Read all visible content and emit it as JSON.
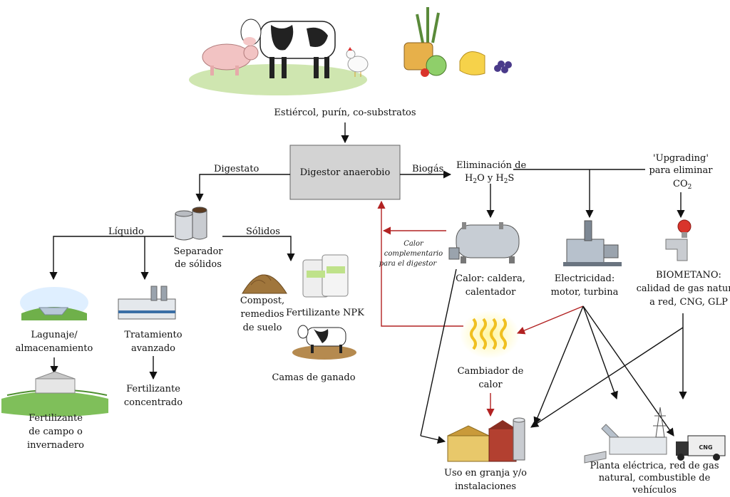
{
  "colors": {
    "arrow": "#111111",
    "arrow_red": "#b22222",
    "digester_box": "#d3d3d3"
  },
  "labels": {
    "input": "Estiércol, purín, co-substratos",
    "digester": "Digestor anaerobio",
    "digestato": "Digestato",
    "biogas": "Biogás",
    "elim_line1": "Eliminación de",
    "elim_h2o": "H",
    "elim_h2o_sub": "2",
    "elim_o_y": "O y H",
    "elim_h2s_sub": "2",
    "elim_s": "S",
    "upgrading_line1": "'Upgrading'",
    "upgrading_line2": "para eliminar",
    "upgrading_co": "CO",
    "upgrading_co_sub": "2",
    "separador_line1": "Separador",
    "separador_line2": "de sólidos",
    "liquido": "Líquido",
    "solidos": "Sólidos",
    "calor_comp_1": "Calor",
    "calor_comp_2": "complementario",
    "calor_comp_3": "para el digestor",
    "calor_line1": "Calor: caldera,",
    "calor_line2": "calentador",
    "elec_line1": "Electricidad:",
    "elec_line2": "motor, turbina",
    "biometano_line1": "BIOMETANO:",
    "biometano_line2": "calidad de gas natural",
    "biometano_line3": "a red, CNG, GLP",
    "lagunaje_line1": "Lagunaje/",
    "lagunaje_line2": "almacenamiento",
    "tratamiento_line1": "Tratamiento",
    "tratamiento_line2": "avanzado",
    "compost_line1": "Compost,",
    "compost_line2": "remedios",
    "compost_line3": "de suelo",
    "npk": "Fertilizante NPK",
    "camas": "Camas de ganado",
    "fert_conc_line1": "Fertilizante",
    "fert_conc_line2": "concentrado",
    "fert_campo_line1": "Fertilizante",
    "fert_campo_line2": "de campo o",
    "fert_campo_line3": "invernadero",
    "cambiador_line1": "Cambiador de",
    "cambiador_line2": "calor",
    "uso_line1": "Uso en granja y/o",
    "uso_line2": "instalaciones",
    "planta_line1": "Planta eléctrica, red de gas",
    "planta_line2": "natural, combustible de",
    "planta_line3": "vehículos",
    "truck_badge": "CNG"
  },
  "icons": [
    "pig-icon",
    "cow-icon",
    "chicken-icon",
    "crops-icon",
    "separator-tanks-icon",
    "boiler-icon",
    "engine-icon",
    "gas-pipe-icon",
    "lagoon-icon",
    "treatment-plant-icon",
    "compost-pile-icon",
    "fertilizer-bags-icon",
    "bedding-cow-icon",
    "field-greenhouse-icon",
    "heat-waves-icon",
    "farm-buildings-icon",
    "power-plant-icon",
    "cng-truck-icon"
  ]
}
